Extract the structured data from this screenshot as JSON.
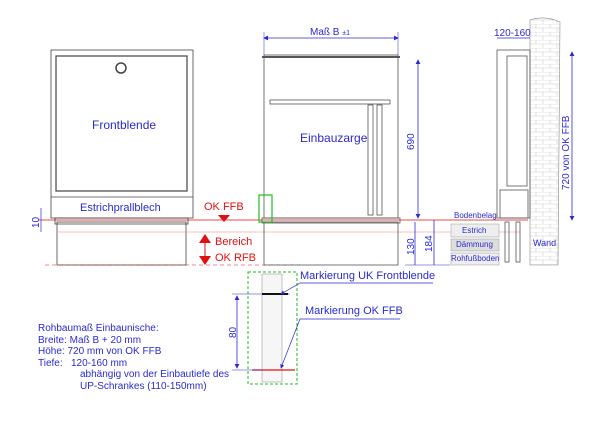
{
  "left_view": {
    "front_panel_label": "Frontblende",
    "screed_plate_label": "Estrichprallblech",
    "dim_10": "10"
  },
  "levels": {
    "ok_ffb": "OK FFB",
    "bereich": "Bereich",
    "ok_rfb": "OK RFB"
  },
  "middle_view": {
    "width_label": "Maß B",
    "width_tolerance": "±1",
    "frame_label": "Einbauzarge",
    "dim_690": "690",
    "dim_130": "130",
    "dim_184": "184"
  },
  "side_view": {
    "depth_label": "120-160",
    "height_label": "720 von OK FFB",
    "layers": [
      "Bodenbelag",
      "Estrich",
      "Dämmung",
      "Rohfußboden"
    ],
    "wall_label": "Wand"
  },
  "detail": {
    "marker_uk_label": "Markierung UK Frontblende",
    "marker_ok_label": "Markierung OK FFB",
    "dim_80": "80"
  },
  "notes": {
    "title": "Rohbaumaß Einbaunische:",
    "width": "Breite: Maß B + 20 mm",
    "height": "Höhe: 720 mm von OK FFB",
    "depth": "Tiefe:   120-160 mm",
    "depth_note_1": "abhängig von der Einbautiefe des",
    "depth_note_2": "UP-Schrankes (110-150mm)"
  },
  "colors": {
    "dimension": "#2a2ad0",
    "level": "#e01010",
    "marker": "#22bb22"
  }
}
